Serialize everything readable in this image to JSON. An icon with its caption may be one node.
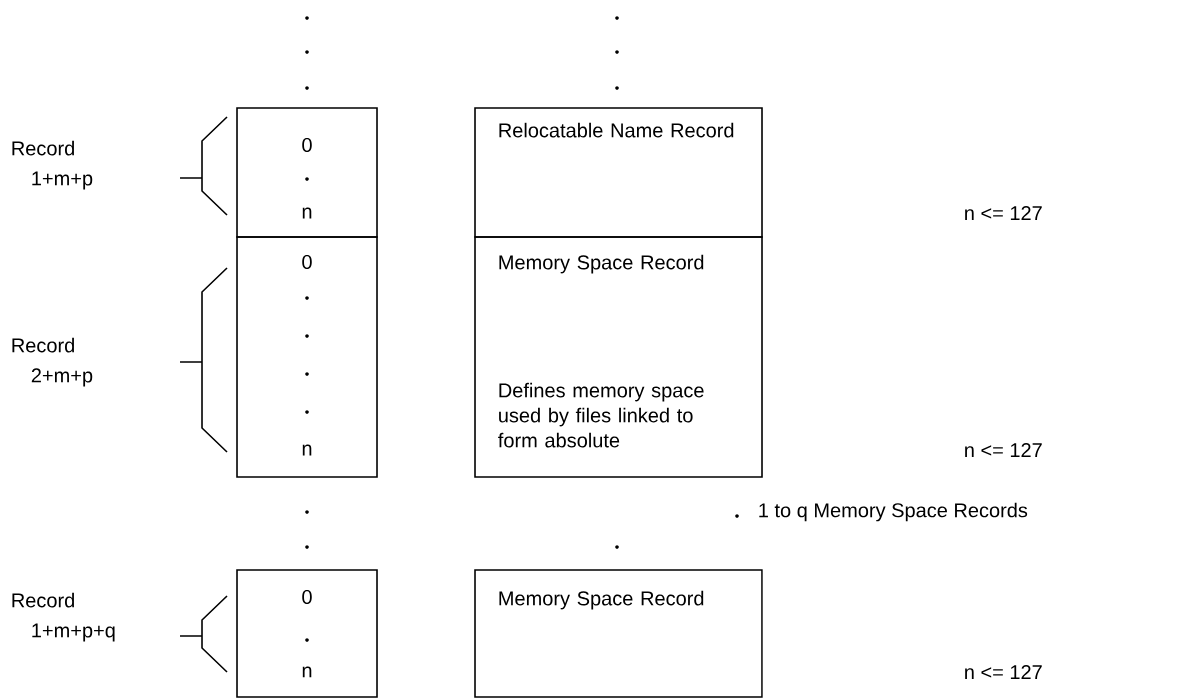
{
  "diagram": {
    "nodes": [
      {
        "text": [
          "0",
          "n"
        ]
      },
      {
        "text": [
          "Relocatable Name Record"
        ]
      },
      {
        "text": [
          "0",
          "n"
        ]
      },
      {
        "text": [
          "Memory Space Record",
          "Defines memory space used by files linked to form absolute"
        ]
      },
      {
        "text": [
          "0",
          "n"
        ]
      },
      {
        "text": [
          "Memory Space Record"
        ]
      }
    ],
    "labels": [
      "Record 1+m+p",
      "n <= 127",
      "Record 2+m+p",
      "n <= 127",
      "1 to q Memory Space Records",
      "Record 1+m+p+q",
      "n <= 127"
    ]
  }
}
